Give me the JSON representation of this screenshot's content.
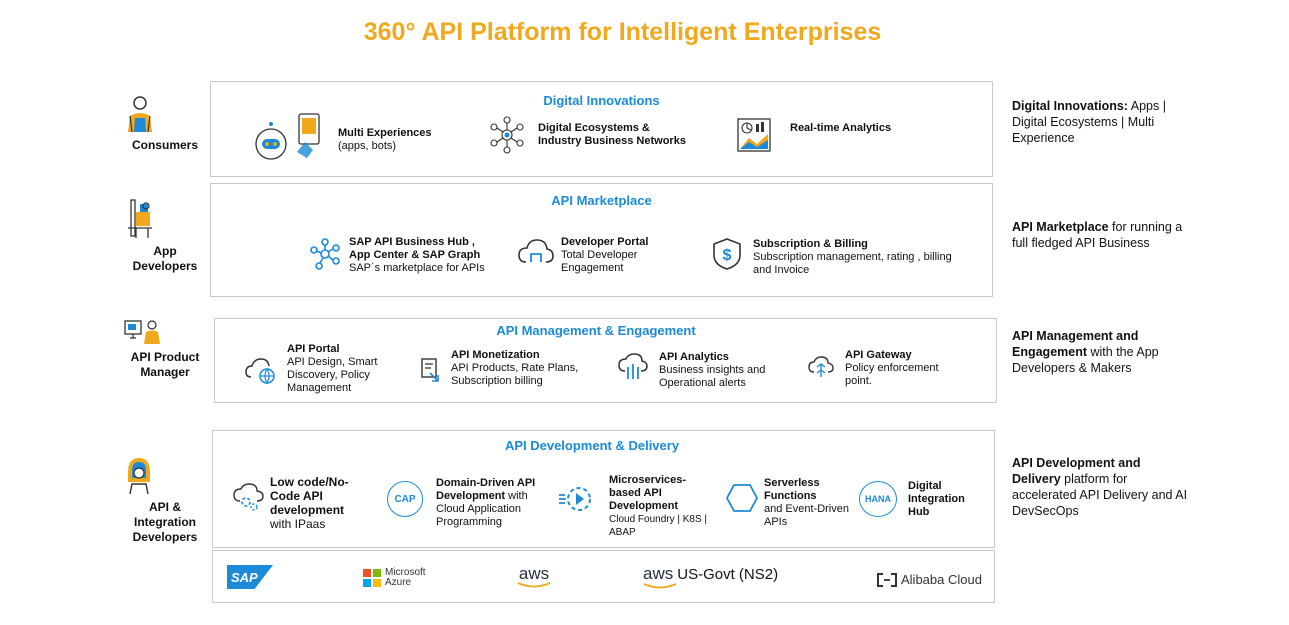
{
  "title": "360° API Platform for Intelligent Enterprises",
  "colors": {
    "accent": "#F0A81C",
    "blue": "#1b8ad8",
    "border": "#c8c8c8"
  },
  "personas": {
    "consumers": "Consumers",
    "app_dev_1": "App",
    "app_dev_2": "Developers",
    "pm_1": "API Product",
    "pm_2": "Manager",
    "int_1": "API &",
    "int_2": "Integration",
    "int_3": "Developers"
  },
  "layers": {
    "digital": {
      "title": "Digital Innovations",
      "items": [
        {
          "icon": "chatbot-phone-icon",
          "h": "Multi Experiences",
          "s": "(apps, bots)"
        },
        {
          "icon": "network-nodes-icon",
          "h1": "Digital Ecosystems &",
          "h2": "Industry Business Networks"
        },
        {
          "icon": "analytics-dashboard-icon",
          "h": "Real-time Analytics"
        }
      ]
    },
    "marketplace": {
      "title": "API Marketplace",
      "items": [
        {
          "icon": "hub-network-icon",
          "h1": "SAP API Business Hub ,",
          "h2": "App Center & SAP Graph",
          "s": "SAP´s marketplace for APIs"
        },
        {
          "icon": "cloud-portal-icon",
          "h": "Developer Portal",
          "s1": "Total Developer",
          "s2": "Engagement"
        },
        {
          "icon": "dollar-shield-icon",
          "h": "Subscription & Billing",
          "s1": "Subscription management, rating , billing",
          "s2": "and Invoice"
        }
      ]
    },
    "management": {
      "title": "API Management & Engagement",
      "items": [
        {
          "icon": "cloud-globe-icon",
          "h": "API Portal",
          "s1": "API Design, Smart",
          "s2": "Discovery, Policy",
          "s3": "Management"
        },
        {
          "icon": "monetization-icon",
          "h": "API Monetization",
          "s1": "API Products, Rate Plans,",
          "s2": "Subscription billing"
        },
        {
          "icon": "cloud-analytics-icon",
          "h": "API Analytics",
          "s1": "Business insights and",
          "s2": "Operational alerts"
        },
        {
          "icon": "gateway-icon",
          "h": "API Gateway",
          "s1": "Policy enforcement",
          "s2": "point."
        }
      ]
    },
    "development": {
      "title": "API Development & Delivery",
      "items": [
        {
          "icon": "cloud-gears-icon",
          "h1": "Low code/No-",
          "h2": "Code API",
          "h3": "development",
          "s": "with IPaas"
        },
        {
          "icon": "cap-icon",
          "badge": "CAP",
          "h1": "Domain-Driven API",
          "h2": "Development",
          "h2s": " with",
          "s1": "Cloud Application",
          "s2": "Programming"
        },
        {
          "icon": "microservices-gear-icon",
          "h1": "Microservices-",
          "h2": "based API",
          "h3": "Development",
          "s1": "Cloud Foundry | K8S |",
          "s2": "ABAP"
        },
        {
          "icon": "hexagon-icon",
          "h1": "Serverless",
          "h2": "Functions",
          "s1": "and Event-Driven",
          "s2": "APIs"
        },
        {
          "icon": "hana-icon",
          "badge": "HANA",
          "h1": "Digital",
          "h2": "Integration",
          "h3": "Hub"
        }
      ]
    },
    "clouds": {
      "sap": "SAP",
      "azure_1": "Microsoft",
      "azure_2": "Azure",
      "aws": "aws",
      "aws_gov_1": "aws",
      "aws_gov_2": "US-Govt (NS2)",
      "alibaba": "Alibaba Cloud"
    }
  },
  "sidebar": {
    "digital_b": "Digital Innovations:",
    "digital_t": " Apps | Digital Ecosystems | Multi Experience",
    "market_b": "API Marketplace",
    "market_t": " for running a full fledged API Business",
    "mgmt_b": "API Management and Engagement",
    "mgmt_t": " with the App Developers & Makers",
    "dev_b": "API Development and Delivery",
    "dev_t": " platform for accelerated API Delivery and AI DevSecOps"
  }
}
